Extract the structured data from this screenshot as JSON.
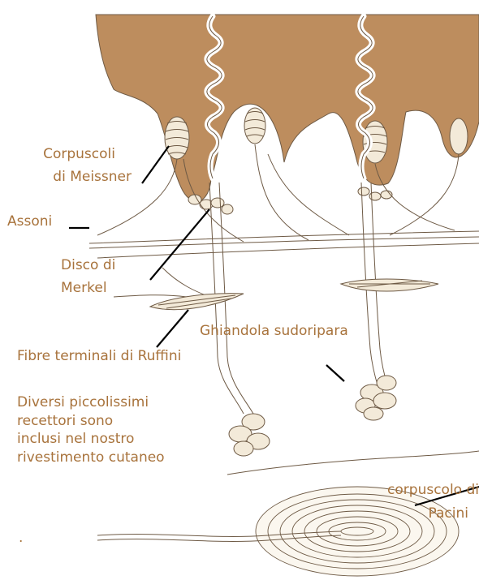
{
  "labels": {
    "meissner_1": "Corpuscoli",
    "meissner_2": "di Meissner",
    "assoni": "Assoni",
    "merkel_1": "Disco di",
    "merkel_2": "Merkel",
    "sweat_gland": "Ghiandola sudoripara",
    "ruffini": "Fibre terminali di Ruffini",
    "caption_1": "Diversi piccolissimi",
    "caption_2": "recettori sono",
    "caption_3": "inclusi nel nostro",
    "caption_4": "rivestimento cutaneo",
    "pacini_1": "corpuscolo di",
    "pacini_2": "Pacini",
    "dot": "."
  },
  "colors": {
    "text": "#a8733c",
    "epidermis": "#bd8d5e",
    "line_art": "#6e5a45",
    "receptor_fill": "#f3ead9",
    "leader": "#000000"
  }
}
